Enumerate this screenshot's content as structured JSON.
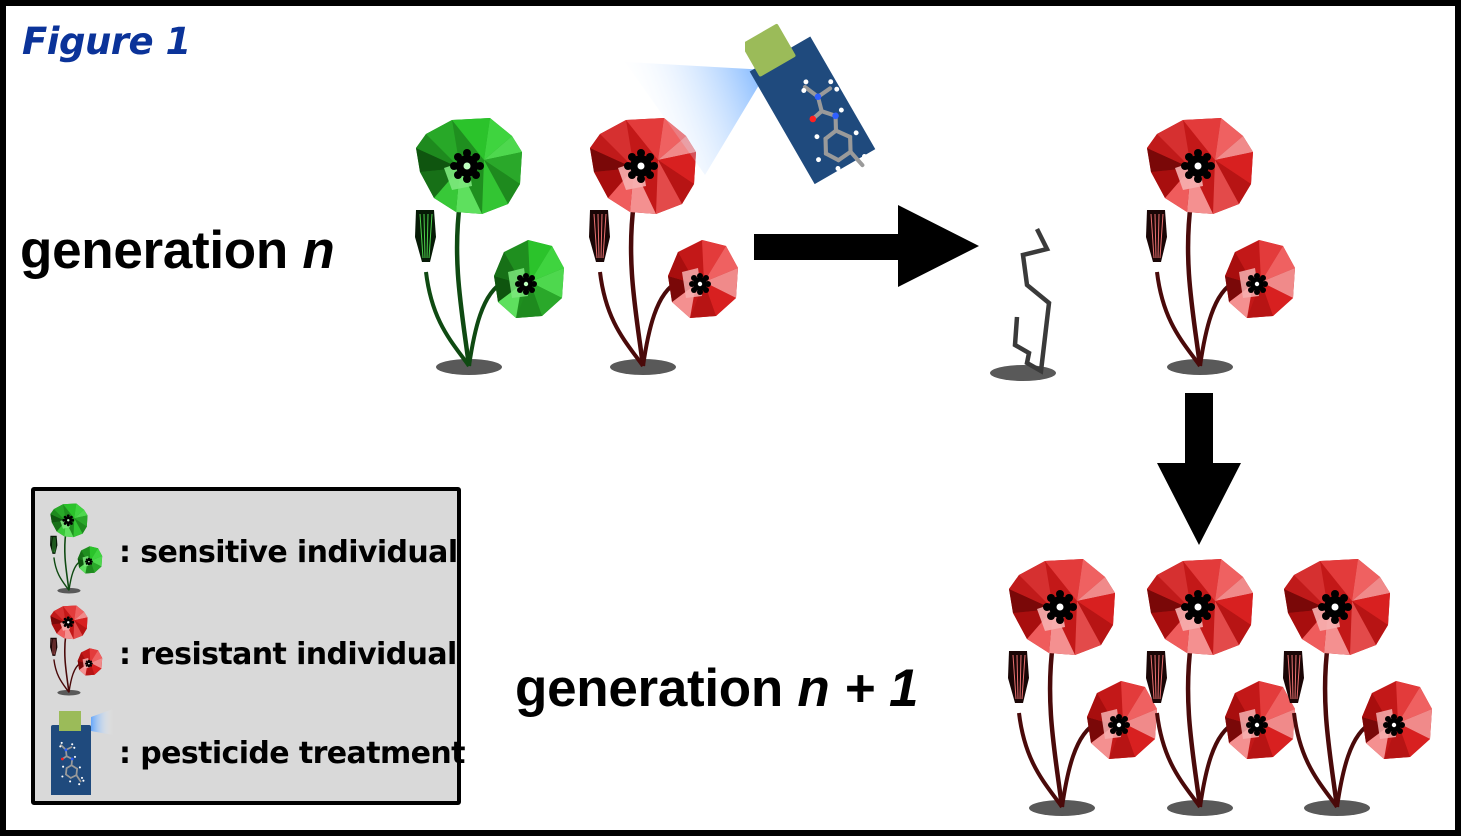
{
  "figure": {
    "title": "Figure 1",
    "title_color": "#0b3399"
  },
  "labels": {
    "generation_n_prefix": "generation ",
    "generation_n_var": "n",
    "generation_n1_prefix": "generation ",
    "generation_n1_var": "n",
    "generation_n1_suffix": " + 1"
  },
  "colors": {
    "sensitive_petal": "#2fbf2f",
    "resistant_petal": "#d92a2a",
    "sensitive_stem": "#0f4a12",
    "resistant_stem": "#4a0a0a",
    "bottle": "#1f4a7d",
    "nozzle": "#9bbb59",
    "spray": "#6aaeff",
    "shadow": "#595959",
    "legend_bg": "#d9d9d9"
  },
  "legend": {
    "items": [
      {
        "icon": "sensitive-poppy-icon",
        "label": ": sensitive individual"
      },
      {
        "icon": "resistant-poppy-icon",
        "label": ": resistant individual"
      },
      {
        "icon": "pesticide-bottle-icon",
        "label": ": pesticide treatment"
      }
    ]
  },
  "scene": {
    "generation_n": [
      "sensitive",
      "resistant"
    ],
    "after_treatment": [
      "dead",
      "resistant"
    ],
    "generation_n1": [
      "resistant",
      "resistant",
      "resistant"
    ]
  }
}
